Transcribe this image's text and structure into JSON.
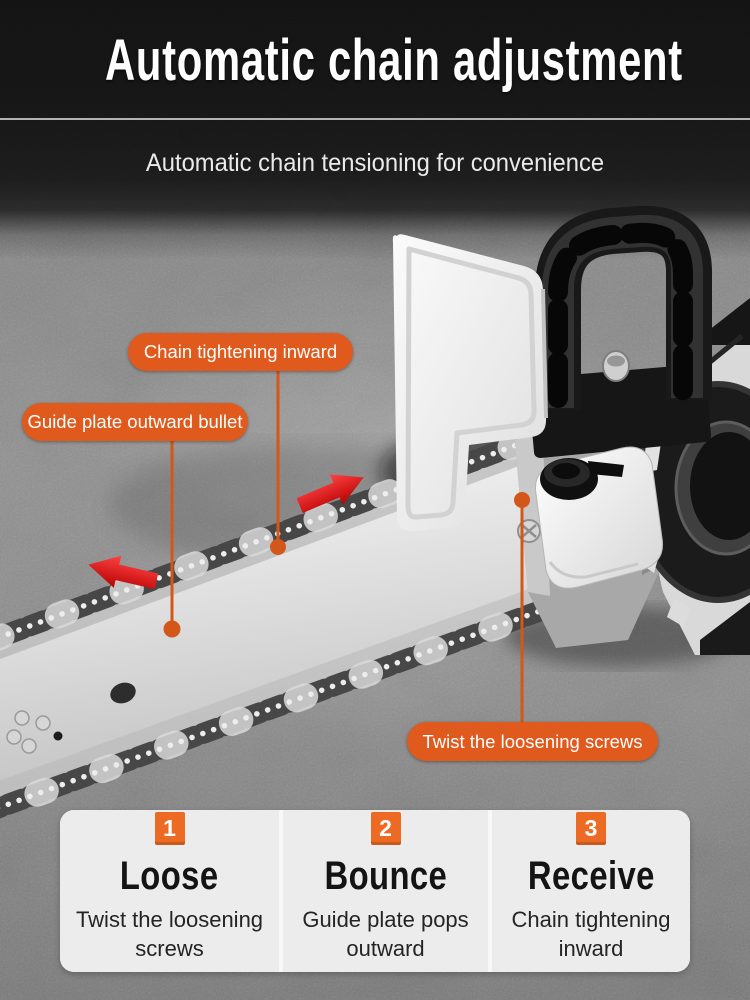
{
  "header": {
    "title": "Automatic chain adjustment",
    "subtitle": "Automatic chain tensioning for convenience"
  },
  "callouts": {
    "chain_label": "Chain tightening inward",
    "guide_label": "Guide plate outward bullet",
    "screws_label": "Twist the loosening screws"
  },
  "steps": [
    {
      "number": "1",
      "title": "Loose",
      "description_line1": "Twist the loosening",
      "description_line2": "screws"
    },
    {
      "number": "2",
      "title": "Bounce",
      "description_line1": "Guide plate pops",
      "description_line2": "outward"
    },
    {
      "number": "3",
      "title": "Receive",
      "description_line1": "Chain tightening",
      "description_line2": "inward"
    }
  ],
  "colors": {
    "accent_orange": "#e05a1d",
    "badge_orange": "#ed6a24",
    "arrow_red": "#d90f0f",
    "panel_bg": "#ececec",
    "header_bg": "#151515",
    "scene_gray": "#8e8e8e"
  }
}
